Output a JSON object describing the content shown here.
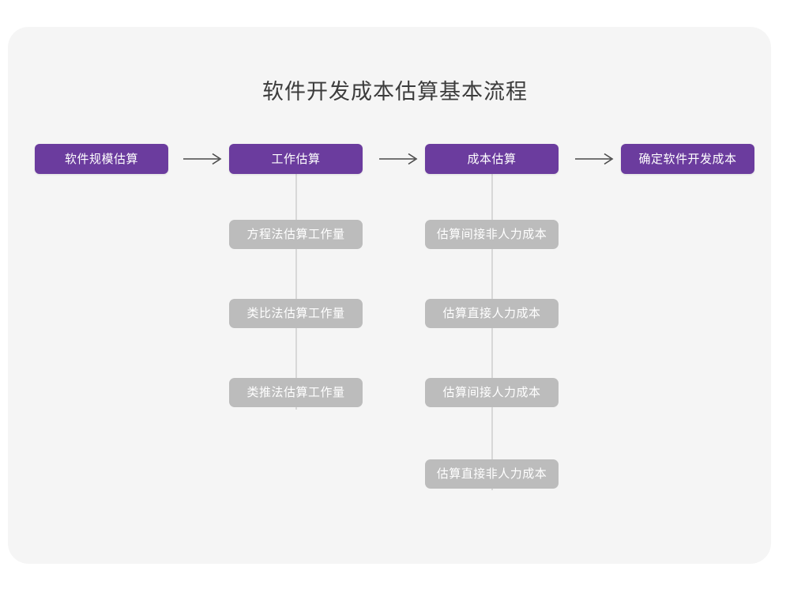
{
  "page": {
    "background_color": "#ffffff",
    "card_color": "#f5f5f5",
    "accent_color": "#6B3C9E",
    "sub_node_color": "#bcbcbc",
    "connector_color": "#d8d8d8"
  },
  "diagram": {
    "title": "软件开发成本估算基本流程",
    "type": "flowchart",
    "main_flow": [
      {
        "label": "软件规模估算"
      },
      {
        "label": "工作估算"
      },
      {
        "label": "成本估算"
      },
      {
        "label": "确定软件开发成本"
      }
    ],
    "arrows": [
      {
        "glyph": "⟶",
        "name": "arrow-1"
      },
      {
        "glyph": "⟶",
        "name": "arrow-2"
      },
      {
        "glyph": "⟶",
        "name": "arrow-3"
      }
    ],
    "branches": [
      {
        "parent": "工作估算",
        "items": [
          {
            "label": "方程法估算工作量"
          },
          {
            "label": "类比法估算工作量"
          },
          {
            "label": "类推法估算工作量"
          }
        ]
      },
      {
        "parent": "成本估算",
        "items": [
          {
            "label": "估算间接非人力成本"
          },
          {
            "label": "估算直接人力成本"
          },
          {
            "label": "估算间接人力成本"
          },
          {
            "label": "估算直接非人力成本"
          }
        ]
      }
    ]
  }
}
